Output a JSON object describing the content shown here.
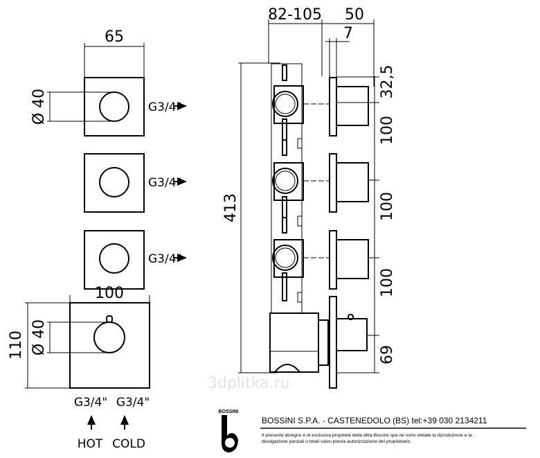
{
  "front_view": {
    "small_plate_width": "65",
    "small_knob_diameter": "Ø 40",
    "outlet_labels": [
      "G3/4\"",
      "G3/4\"",
      "G3/4\""
    ],
    "mixer_plate_width": "100",
    "mixer_plate_height": "110",
    "mixer_knob_diameter": "Ø 40",
    "inlet_labels": [
      "G3/4\"",
      "G3/4\""
    ],
    "inlet_names": [
      "HOT",
      "COLD"
    ]
  },
  "side_view": {
    "depth_range": "82-105",
    "handle_depth": "50",
    "plate_thickness": "7",
    "total_height": "413",
    "spacings": [
      "32,5",
      "100",
      "100",
      "100",
      "69"
    ]
  },
  "watermark": "3dplitka.ru",
  "footer": {
    "logo_text": "BOSSINI",
    "company_line": "BOSSINI S.P.A. - CASTENEDOLO (BS) tel:+39 030 2134211",
    "disclaimer_line1": "Il presente disegno è di esclusiva proprietà della ditta Bossini spa ne sono vietate la riproduzione e la",
    "disclaimer_line2": "divulgazione parziali o totali salvo previa autorizzazione del proprietario."
  }
}
